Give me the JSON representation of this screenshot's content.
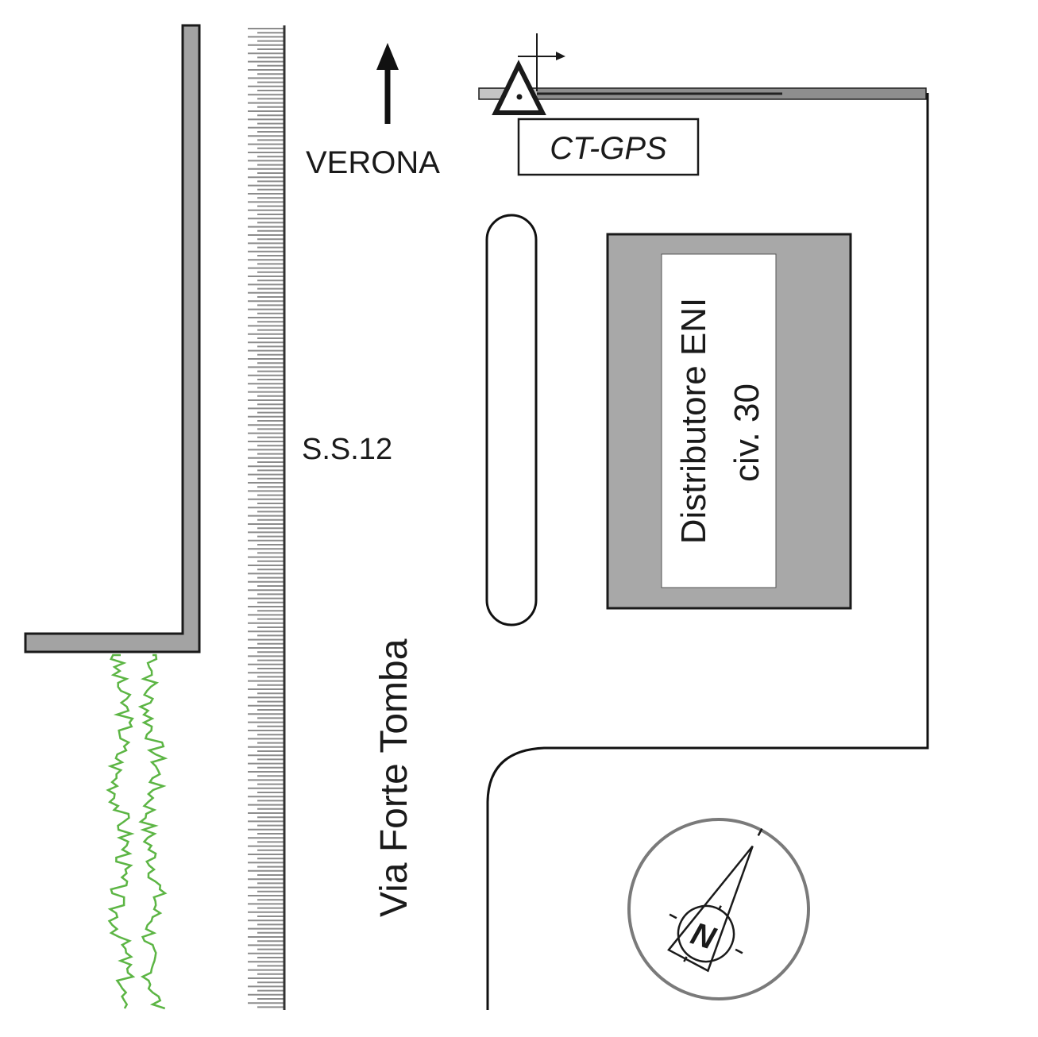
{
  "labels": {
    "direction": "VERONA",
    "road_main": "S.S.12",
    "road_side": "Via Forte Tomba",
    "station_marker": "CT-GPS",
    "building_name": "Distributore ENI",
    "building_number": "civ. 30",
    "compass_letter": "N"
  },
  "colors": {
    "wall_fill": "#a3a3a3",
    "building_fill": "#a8a8a8",
    "vegetation": "#5cb544",
    "road_hatch": "#8c8c8c",
    "compass_ring": "#7a7a7a"
  }
}
